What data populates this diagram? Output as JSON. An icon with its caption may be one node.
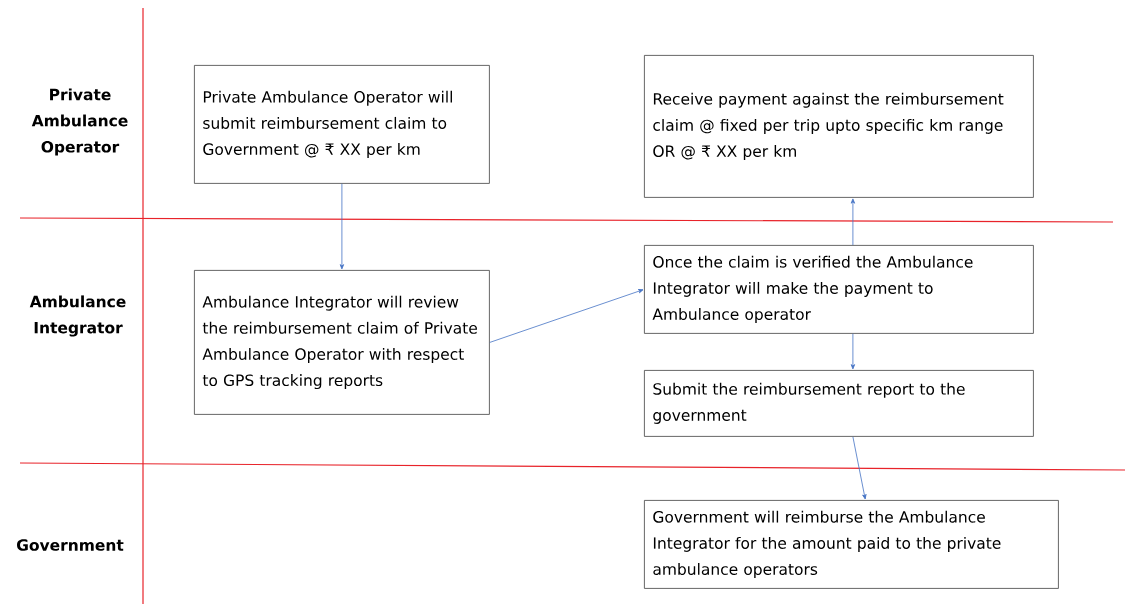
{
  "diagram": {
    "nodes": [
      {
        "text": [
          "Private Ambulance Operator will submit reimbursement claim to Government @ ₹ XX per km"
        ]
      },
      {
        "text": [
          "Receive payment against the reimbursement claim @ fixed per trip upto specific km range OR @ ₹ XX per km"
        ]
      },
      {
        "text": [
          "Ambulance Integrator will review the reimbursement claim of Private Ambulance Operator with respect to GPS tracking reports"
        ]
      },
      {
        "text": [
          "Once the claim is verified the Ambulance Integrator will make the payment to Ambulance operator"
        ]
      },
      {
        "text": [
          "Submit the reimbursement report to the government"
        ]
      },
      {
        "text": [
          "Government will reimburse the Ambulance Integrator for the amount paid to the private ambulance operators"
        ]
      }
    ],
    "edges": [
      {
        "from": 0,
        "to": 2,
        "arrow": "to"
      },
      {
        "from": 2,
        "to": 3,
        "arrow": "to"
      },
      {
        "from": 3,
        "to": 1,
        "arrow": "to"
      },
      {
        "from": 3,
        "to": 4,
        "arrow": "to"
      },
      {
        "from": 4,
        "to": 5,
        "arrow": "to"
      }
    ],
    "labels": [
      "Private Ambulance Operator",
      "Ambulance Integrator",
      "Government"
    ]
  }
}
